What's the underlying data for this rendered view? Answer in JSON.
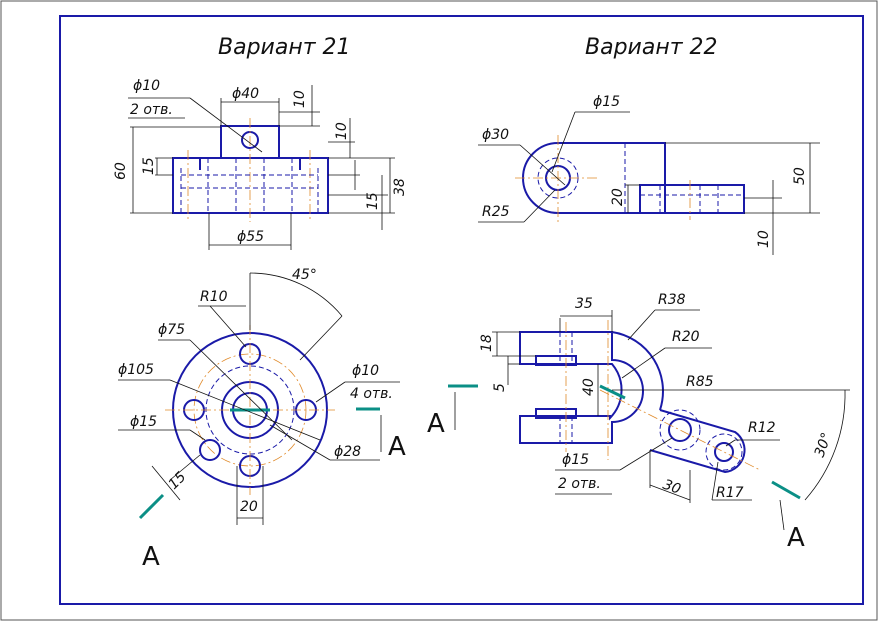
{
  "titles": {
    "v21": "Вариант 21",
    "v22": "Вариант 22"
  },
  "v21_front": {
    "d10": "ϕ10",
    "holes": "2 отв.",
    "d40": "ϕ40",
    "h10a": "10",
    "h10b": "10",
    "h60": "60",
    "h15": "15",
    "h15b": "15",
    "h38": "38",
    "d55": "ϕ55"
  },
  "v21_top": {
    "r10": "R10",
    "a45": "45°",
    "d75": "ϕ75",
    "d105": "ϕ105",
    "d10": "ϕ10",
    "holes4": "4 отв.",
    "d15": "ϕ15",
    "d28": "ϕ28",
    "w15": "15",
    "w20": "20",
    "sectA1": "A",
    "sectA2": "A"
  },
  "v22_front": {
    "d15": "ϕ15",
    "d30": "ϕ30",
    "r25": "R25",
    "h20": "20",
    "h50": "50",
    "h10": "10"
  },
  "v22_top": {
    "w35": "35",
    "r38": "R38",
    "h18": "18",
    "r20": "R20",
    "h5": "5",
    "h40": "40",
    "r85": "R85",
    "r12": "R12",
    "a30": "30°",
    "d15": "ϕ15",
    "holes2": "2 отв.",
    "w30": "30",
    "r17": "R17",
    "sectA1": "A",
    "sectA2": "A"
  },
  "colors": {
    "outline": "#1a1aa8",
    "center": "#e08a2a",
    "section": "#0b8f86",
    "frame": "#1a1aa8"
  }
}
